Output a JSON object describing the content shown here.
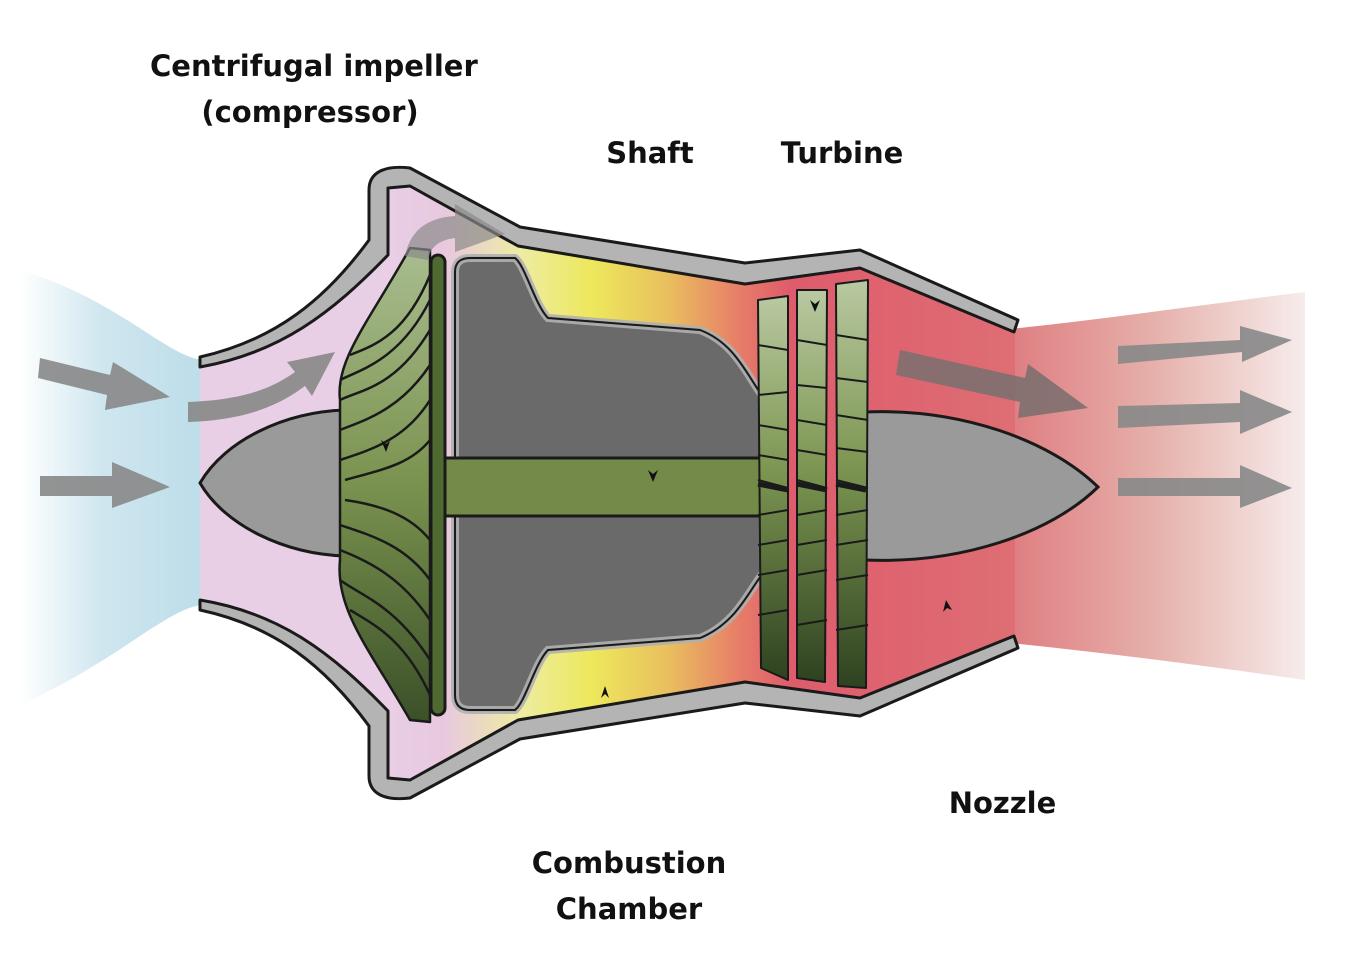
{
  "labels": {
    "impeller": {
      "line1": "Centrifugal impeller",
      "line2": "(compressor)"
    },
    "shaft": "Shaft",
    "turbine": "Turbine",
    "nozzle": "Nozzle",
    "combustion": {
      "line1": "Combustion",
      "line2": "Chamber"
    }
  },
  "colors": {
    "intake_air": "#bfe0ec",
    "compressor_zone": "#e8c8e0",
    "combustion_zone": "#ecea60",
    "turbine_zone": "#de6470",
    "exhaust": "#e6a8a8",
    "casing": "#b4b4b4",
    "core": "#6a6a6a",
    "spinner": "#9c9c9c",
    "blades_light": "#b8c8a0",
    "blades_dark": "#334620",
    "shaft": "#748a48",
    "flow_arrow": "#8a8a8a"
  }
}
